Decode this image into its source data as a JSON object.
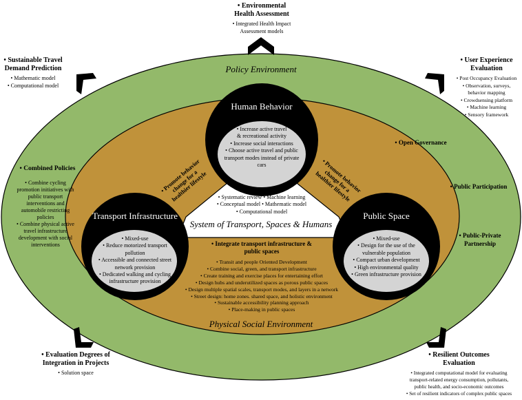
{
  "colors": {
    "outer": "#93B96A",
    "middle": "#C0923A",
    "core": "#000000",
    "inner": "#D4D4D4",
    "center": "#FFFFFF"
  },
  "outer_label": "Policy Environment",
  "middle_label": "Physical Social Environment",
  "center_label": "System of Transport, Spaces & Humans",
  "center_methods": [
    "• Systematic review  • Machine learning",
    "• Conceptual model   • Mathematic model",
    "• Computational model"
  ],
  "nodes": {
    "human": {
      "title": "Human Behavior",
      "items": [
        "• Increase active travel",
        "& recreational activity",
        "• Increase social interactions",
        "• Choose active travel and public",
        "transport modes instead of private",
        "cars"
      ]
    },
    "transport": {
      "title": "Transport Infrastructure",
      "items": [
        "• Mixed-use",
        "• Reduce motorized transport",
        "pollution",
        "• Accessible and connected street",
        "network provision",
        "• Dedicated walking and cycling",
        "infrastructure provision"
      ]
    },
    "public": {
      "title": "Public Space",
      "items": [
        "• Mixed-use",
        "• Design for the use of the",
        "vulnerable population",
        "• Compact urban development",
        "• High environmental quality",
        "• Green infrastructure provision"
      ]
    }
  },
  "links": {
    "left": [
      "• Promote behavior",
      "change for a",
      "healthier lifestyle"
    ],
    "right": [
      "• Promote behavior",
      "change for a",
      "healthier lifestyle"
    ]
  },
  "integrate": {
    "title": [
      "• Integrate transport infrastructure &",
      "public spaces"
    ],
    "items": [
      "• Transit and people Oriented Development",
      "• Combine social, green, and transport infrastructure",
      "• Create training and exercise places for entertaining effort",
      "• Design hubs and underutilized spaces as porous public spaces",
      "• Design multiple spatial scales, transport modes, and layers in a network",
      "• Street design: home zones. shared space, and holistic environment",
      "• Sustainable accessibility planning approach",
      "• Place-making in public spaces"
    ]
  },
  "policies": {
    "title": "• Combined Policies",
    "items": [
      "• Combine cycling",
      "promotion initiatives with",
      "public transport",
      "interventions and",
      "automobile restricting",
      "policies",
      "• Combine physical active",
      "travel infrastructure",
      "development with social",
      "interventions"
    ]
  },
  "governance": [
    "• Open Governance",
    "• Public Participation",
    "• Public-Private",
    "Partnership"
  ],
  "outside": {
    "top": {
      "title": [
        "• Environmental",
        "Health  Assessment"
      ],
      "items": [
        "• Integrated Health Impact",
        "Assessment models"
      ]
    },
    "top_left": {
      "title": [
        "• Sustainable Travel",
        "Demand Prediction"
      ],
      "items": [
        "• Mathematic model",
        "• Computational model"
      ]
    },
    "top_right": {
      "title": [
        "• User Experience",
        "Evaluation"
      ],
      "items": [
        "• Post Occupancy Evaluation",
        "• Observation, surveys,",
        "behavior mapping",
        "• Crowdsensing platform",
        "• Machine learning",
        "• Sensory framework"
      ]
    },
    "bottom_left": {
      "title": [
        "• Evaluation Degrees of",
        "Integration in Projects"
      ],
      "items": [
        "• Solution space"
      ]
    },
    "bottom_right": {
      "title": [
        "• Resilient Outcomes",
        "Evaluation"
      ],
      "items": [
        "• Integrated computational model for evaluating",
        "transport-related energy consumption, pollutants,",
        "public health, and socio-economic outcomes",
        "• Set of resilient indicators of complex public spaces"
      ]
    }
  }
}
